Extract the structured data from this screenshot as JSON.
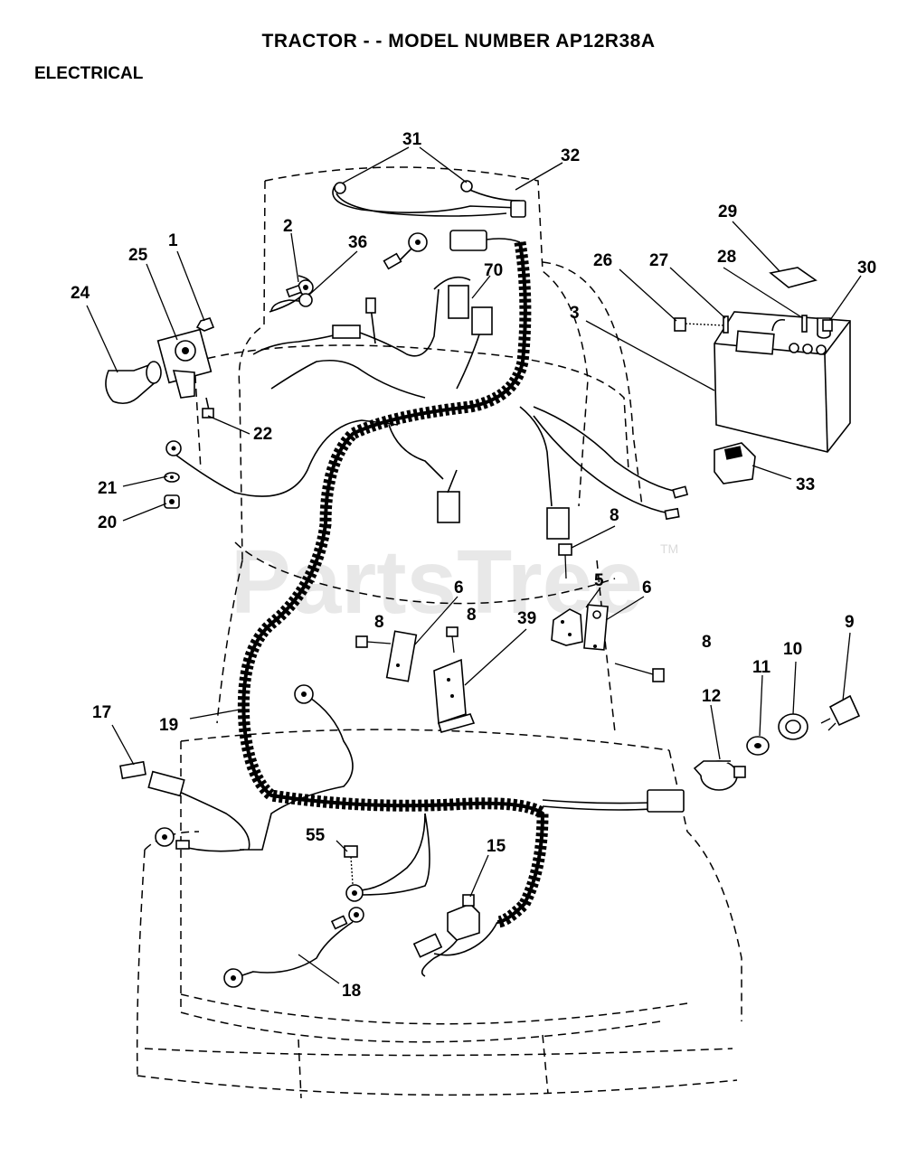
{
  "header": {
    "title": "TRACTOR - - MODEL NUMBER AP12R38A",
    "section": "ELECTRICAL"
  },
  "watermark": {
    "text": "PartsTree",
    "tm": "TM"
  },
  "callouts": {
    "c1": "1",
    "c2": "2",
    "c3": "3",
    "c5": "5",
    "c6a": "6",
    "c6b": "6",
    "c8a": "8",
    "c8b": "8",
    "c8c": "8",
    "c8d": "8",
    "c9": "9",
    "c10": "10",
    "c11": "11",
    "c12": "12",
    "c15": "15",
    "c17": "17",
    "c18": "18",
    "c19": "19",
    "c20": "20",
    "c21": "21",
    "c22": "22",
    "c24": "24",
    "c25": "25",
    "c26": "26",
    "c27": "27",
    "c28": "28",
    "c29": "29",
    "c30": "30",
    "c31": "31",
    "c32": "32",
    "c33": "33",
    "c36": "36",
    "c39": "39",
    "c55": "55",
    "c70": "70"
  }
}
